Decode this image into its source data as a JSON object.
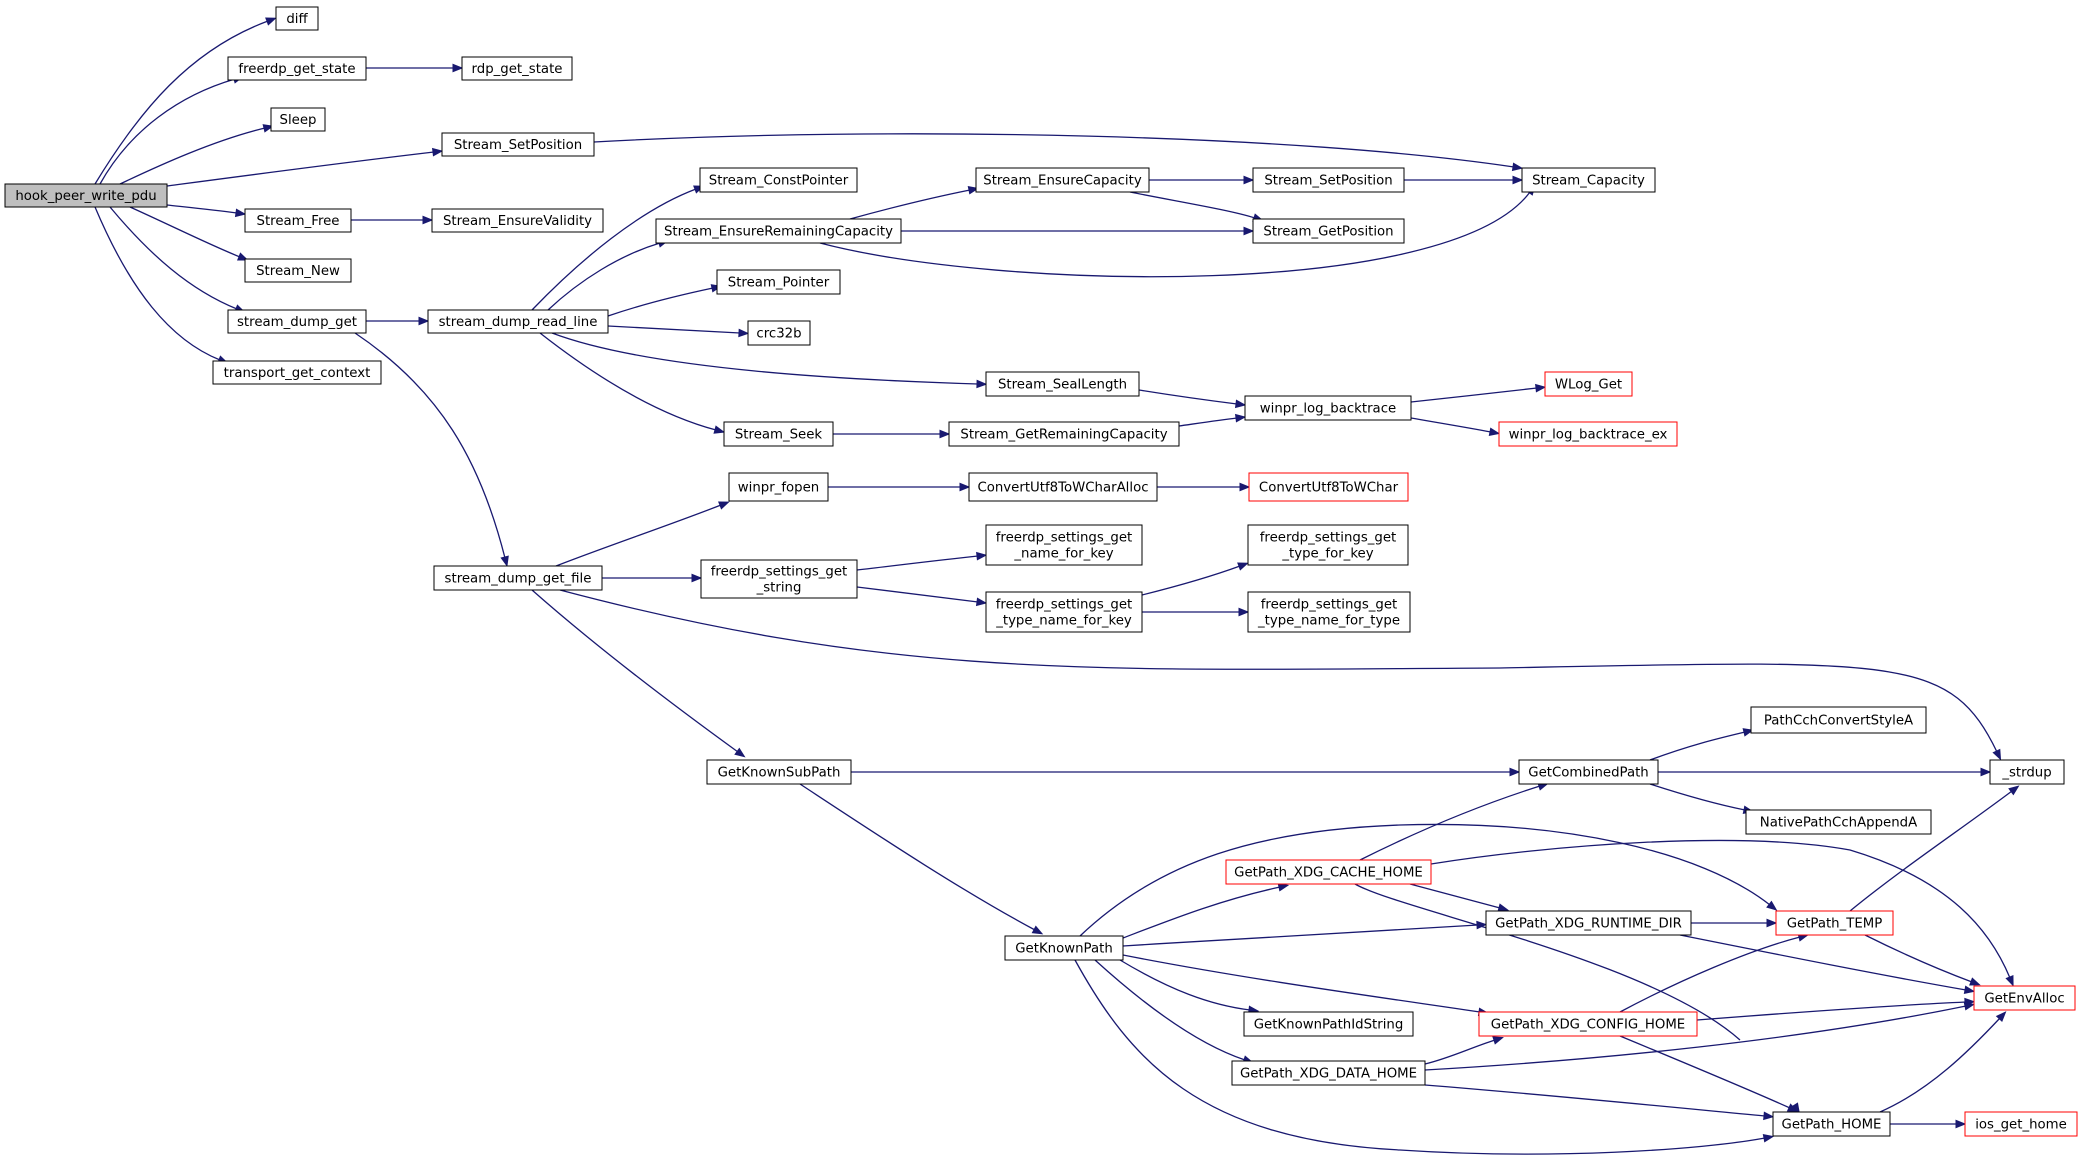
{
  "diagram": {
    "colors": {
      "edge": "#191970",
      "root_fill": "#bfbfbf",
      "node_fill": "#ffffff",
      "node_border": "#000000",
      "truncated_border": "#ff0000"
    },
    "nodes": [
      {
        "id": "hook_peer_write_pdu",
        "lines": [
          "hook_peer_write_pdu"
        ],
        "style": "root"
      },
      {
        "id": "diff",
        "lines": [
          "diff"
        ],
        "style": "normal"
      },
      {
        "id": "freerdp_get_state",
        "lines": [
          "freerdp_get_state"
        ],
        "style": "normal"
      },
      {
        "id": "rdp_get_state",
        "lines": [
          "rdp_get_state"
        ],
        "style": "normal"
      },
      {
        "id": "Sleep",
        "lines": [
          "Sleep"
        ],
        "style": "normal"
      },
      {
        "id": "Stream_SetPosition_1",
        "lines": [
          "Stream_SetPosition"
        ],
        "style": "normal"
      },
      {
        "id": "Stream_Free",
        "lines": [
          "Stream_Free"
        ],
        "style": "normal"
      },
      {
        "id": "Stream_EnsureValidity",
        "lines": [
          "Stream_EnsureValidity"
        ],
        "style": "normal"
      },
      {
        "id": "Stream_New",
        "lines": [
          "Stream_New"
        ],
        "style": "normal"
      },
      {
        "id": "stream_dump_get",
        "lines": [
          "stream_dump_get"
        ],
        "style": "normal"
      },
      {
        "id": "transport_get_context",
        "lines": [
          "transport_get_context"
        ],
        "style": "normal"
      },
      {
        "id": "stream_dump_read_line",
        "lines": [
          "stream_dump_read_line"
        ],
        "style": "normal"
      },
      {
        "id": "Stream_ConstPointer",
        "lines": [
          "Stream_ConstPointer"
        ],
        "style": "normal"
      },
      {
        "id": "Stream_EnsureRemainingCapacity",
        "lines": [
          "Stream_EnsureRemainingCapacity"
        ],
        "style": "normal"
      },
      {
        "id": "Stream_Pointer",
        "lines": [
          "Stream_Pointer"
        ],
        "style": "normal"
      },
      {
        "id": "crc32b",
        "lines": [
          "crc32b"
        ],
        "style": "normal"
      },
      {
        "id": "Stream_SealLength",
        "lines": [
          "Stream_SealLength"
        ],
        "style": "normal"
      },
      {
        "id": "Stream_Seek",
        "lines": [
          "Stream_Seek"
        ],
        "style": "normal"
      },
      {
        "id": "Stream_EnsureCapacity",
        "lines": [
          "Stream_EnsureCapacity"
        ],
        "style": "normal"
      },
      {
        "id": "Stream_SetPosition_2",
        "lines": [
          "Stream_SetPosition"
        ],
        "style": "normal"
      },
      {
        "id": "Stream_Capacity",
        "lines": [
          "Stream_Capacity"
        ],
        "style": "normal"
      },
      {
        "id": "Stream_GetPosition",
        "lines": [
          "Stream_GetPosition"
        ],
        "style": "normal"
      },
      {
        "id": "winpr_log_backtrace",
        "lines": [
          "winpr_log_backtrace"
        ],
        "style": "normal"
      },
      {
        "id": "WLog_Get",
        "lines": [
          "WLog_Get"
        ],
        "style": "truncated"
      },
      {
        "id": "winpr_log_backtrace_ex",
        "lines": [
          "winpr_log_backtrace_ex"
        ],
        "style": "truncated"
      },
      {
        "id": "Stream_GetRemainingCapacity",
        "lines": [
          "Stream_GetRemainingCapacity"
        ],
        "style": "normal"
      },
      {
        "id": "winpr_fopen",
        "lines": [
          "winpr_fopen"
        ],
        "style": "normal"
      },
      {
        "id": "ConvertUtf8ToWCharAlloc",
        "lines": [
          "ConvertUtf8ToWCharAlloc"
        ],
        "style": "normal"
      },
      {
        "id": "ConvertUtf8ToWChar",
        "lines": [
          "ConvertUtf8ToWChar"
        ],
        "style": "truncated"
      },
      {
        "id": "stream_dump_get_file",
        "lines": [
          "stream_dump_get_file"
        ],
        "style": "normal"
      },
      {
        "id": "freerdp_settings_get_string",
        "lines": [
          "freerdp_settings_get",
          "_string"
        ],
        "style": "normal"
      },
      {
        "id": "freerdp_settings_get_name_for_key",
        "lines": [
          "freerdp_settings_get",
          "_name_for_key"
        ],
        "style": "normal"
      },
      {
        "id": "freerdp_settings_get_type_name_for_key",
        "lines": [
          "freerdp_settings_get",
          "_type_name_for_key"
        ],
        "style": "normal"
      },
      {
        "id": "freerdp_settings_get_type_for_key",
        "lines": [
          "freerdp_settings_get",
          "_type_for_key"
        ],
        "style": "normal"
      },
      {
        "id": "freerdp_settings_get_type_name_for_type",
        "lines": [
          "freerdp_settings_get",
          "_type_name_for_type"
        ],
        "style": "normal"
      },
      {
        "id": "GetKnownSubPath",
        "lines": [
          "GetKnownSubPath"
        ],
        "style": "normal"
      },
      {
        "id": "GetCombinedPath",
        "lines": [
          "GetCombinedPath"
        ],
        "style": "normal"
      },
      {
        "id": "PathCchConvertStyleA",
        "lines": [
          "PathCchConvertStyleA"
        ],
        "style": "normal"
      },
      {
        "id": "_strdup",
        "lines": [
          "_strdup"
        ],
        "style": "normal"
      },
      {
        "id": "NativePathCchAppendA",
        "lines": [
          "NativePathCchAppendA"
        ],
        "style": "normal"
      },
      {
        "id": "GetPath_XDG_CACHE_HOME",
        "lines": [
          "GetPath_XDG_CACHE_HOME"
        ],
        "style": "truncated"
      },
      {
        "id": "GetKnownPath",
        "lines": [
          "GetKnownPath"
        ],
        "style": "normal"
      },
      {
        "id": "GetPath_XDG_RUNTIME_DIR",
        "lines": [
          "GetPath_XDG_RUNTIME_DIR"
        ],
        "style": "normal"
      },
      {
        "id": "GetPath_TEMP",
        "lines": [
          "GetPath_TEMP"
        ],
        "style": "truncated"
      },
      {
        "id": "GetEnvAlloc",
        "lines": [
          "GetEnvAlloc"
        ],
        "style": "truncated"
      },
      {
        "id": "GetKnownPathIdString",
        "lines": [
          "GetKnownPathIdString"
        ],
        "style": "normal"
      },
      {
        "id": "GetPath_XDG_CONFIG_HOME",
        "lines": [
          "GetPath_XDG_CONFIG_HOME"
        ],
        "style": "truncated"
      },
      {
        "id": "GetPath_XDG_DATA_HOME",
        "lines": [
          "GetPath_XDG_DATA_HOME"
        ],
        "style": "normal"
      },
      {
        "id": "GetPath_HOME",
        "lines": [
          "GetPath_HOME"
        ],
        "style": "normal"
      },
      {
        "id": "ios_get_home",
        "lines": [
          "ios_get_home"
        ],
        "style": "truncated"
      }
    ],
    "edges": [
      [
        "hook_peer_write_pdu",
        "diff"
      ],
      [
        "hook_peer_write_pdu",
        "freerdp_get_state"
      ],
      [
        "hook_peer_write_pdu",
        "Sleep"
      ],
      [
        "hook_peer_write_pdu",
        "Stream_SetPosition_1"
      ],
      [
        "hook_peer_write_pdu",
        "Stream_Free"
      ],
      [
        "hook_peer_write_pdu",
        "Stream_New"
      ],
      [
        "hook_peer_write_pdu",
        "stream_dump_get"
      ],
      [
        "hook_peer_write_pdu",
        "transport_get_context"
      ],
      [
        "freerdp_get_state",
        "rdp_get_state"
      ],
      [
        "Stream_SetPosition_1",
        "Stream_Capacity"
      ],
      [
        "Stream_Free",
        "Stream_EnsureValidity"
      ],
      [
        "stream_dump_get",
        "stream_dump_read_line"
      ],
      [
        "stream_dump_get",
        "stream_dump_get_file"
      ],
      [
        "stream_dump_read_line",
        "Stream_ConstPointer"
      ],
      [
        "stream_dump_read_line",
        "Stream_EnsureRemainingCapacity"
      ],
      [
        "stream_dump_read_line",
        "Stream_Pointer"
      ],
      [
        "stream_dump_read_line",
        "crc32b"
      ],
      [
        "stream_dump_read_line",
        "Stream_SealLength"
      ],
      [
        "stream_dump_read_line",
        "Stream_Seek"
      ],
      [
        "Stream_EnsureRemainingCapacity",
        "Stream_EnsureCapacity"
      ],
      [
        "Stream_EnsureRemainingCapacity",
        "Stream_GetPosition"
      ],
      [
        "Stream_EnsureRemainingCapacity",
        "Stream_Capacity"
      ],
      [
        "Stream_EnsureCapacity",
        "Stream_SetPosition_2"
      ],
      [
        "Stream_EnsureCapacity",
        "Stream_GetPosition"
      ],
      [
        "Stream_SetPosition_2",
        "Stream_Capacity"
      ],
      [
        "Stream_SealLength",
        "winpr_log_backtrace"
      ],
      [
        "Stream_Seek",
        "Stream_GetRemainingCapacity"
      ],
      [
        "Stream_GetRemainingCapacity",
        "winpr_log_backtrace"
      ],
      [
        "winpr_log_backtrace",
        "WLog_Get"
      ],
      [
        "winpr_log_backtrace",
        "winpr_log_backtrace_ex"
      ],
      [
        "stream_dump_get_file",
        "winpr_fopen"
      ],
      [
        "stream_dump_get_file",
        "freerdp_settings_get_string"
      ],
      [
        "stream_dump_get_file",
        "_strdup"
      ],
      [
        "stream_dump_get_file",
        "GetKnownSubPath"
      ],
      [
        "winpr_fopen",
        "ConvertUtf8ToWCharAlloc"
      ],
      [
        "ConvertUtf8ToWCharAlloc",
        "ConvertUtf8ToWChar"
      ],
      [
        "freerdp_settings_get_string",
        "freerdp_settings_get_name_for_key"
      ],
      [
        "freerdp_settings_get_string",
        "freerdp_settings_get_type_name_for_key"
      ],
      [
        "freerdp_settings_get_type_name_for_key",
        "freerdp_settings_get_type_for_key"
      ],
      [
        "freerdp_settings_get_type_name_for_key",
        "freerdp_settings_get_type_name_for_type"
      ],
      [
        "GetKnownSubPath",
        "GetCombinedPath"
      ],
      [
        "GetKnownSubPath",
        "GetKnownPath"
      ],
      [
        "GetCombinedPath",
        "PathCchConvertStyleA"
      ],
      [
        "GetCombinedPath",
        "_strdup"
      ],
      [
        "GetCombinedPath",
        "NativePathCchAppendA"
      ],
      [
        "GetKnownPath",
        "GetPath_XDG_CACHE_HOME"
      ],
      [
        "GetKnownPath",
        "GetPath_XDG_RUNTIME_DIR"
      ],
      [
        "GetKnownPath",
        "GetPath_TEMP"
      ],
      [
        "GetKnownPath",
        "GetKnownPathIdString"
      ],
      [
        "GetKnownPath",
        "GetPath_XDG_CONFIG_HOME"
      ],
      [
        "GetKnownPath",
        "GetPath_XDG_DATA_HOME"
      ],
      [
        "GetKnownPath",
        "GetPath_HOME"
      ],
      [
        "GetPath_XDG_CACHE_HOME",
        "GetCombinedPath"
      ],
      [
        "GetPath_XDG_CACHE_HOME",
        "GetPath_XDG_RUNTIME_DIR"
      ],
      [
        "GetPath_XDG_CACHE_HOME",
        "GetEnvAlloc"
      ],
      [
        "GetPath_XDG_CACHE_HOME",
        "GetPath_HOME"
      ],
      [
        "GetPath_XDG_RUNTIME_DIR",
        "GetPath_TEMP"
      ],
      [
        "GetPath_XDG_RUNTIME_DIR",
        "GetEnvAlloc"
      ],
      [
        "GetPath_TEMP",
        "_strdup"
      ],
      [
        "GetPath_TEMP",
        "GetEnvAlloc"
      ],
      [
        "GetPath_XDG_CONFIG_HOME",
        "GetPath_TEMP"
      ],
      [
        "GetPath_XDG_CONFIG_HOME",
        "GetEnvAlloc"
      ],
      [
        "GetPath_XDG_CONFIG_HOME",
        "GetPath_HOME"
      ],
      [
        "GetPath_XDG_DATA_HOME",
        "GetPath_XDG_CONFIG_HOME"
      ],
      [
        "GetPath_XDG_DATA_HOME",
        "GetEnvAlloc"
      ],
      [
        "GetPath_XDG_DATA_HOME",
        "GetPath_HOME"
      ],
      [
        "GetPath_HOME",
        "GetEnvAlloc"
      ],
      [
        "GetPath_HOME",
        "ios_get_home"
      ]
    ]
  }
}
